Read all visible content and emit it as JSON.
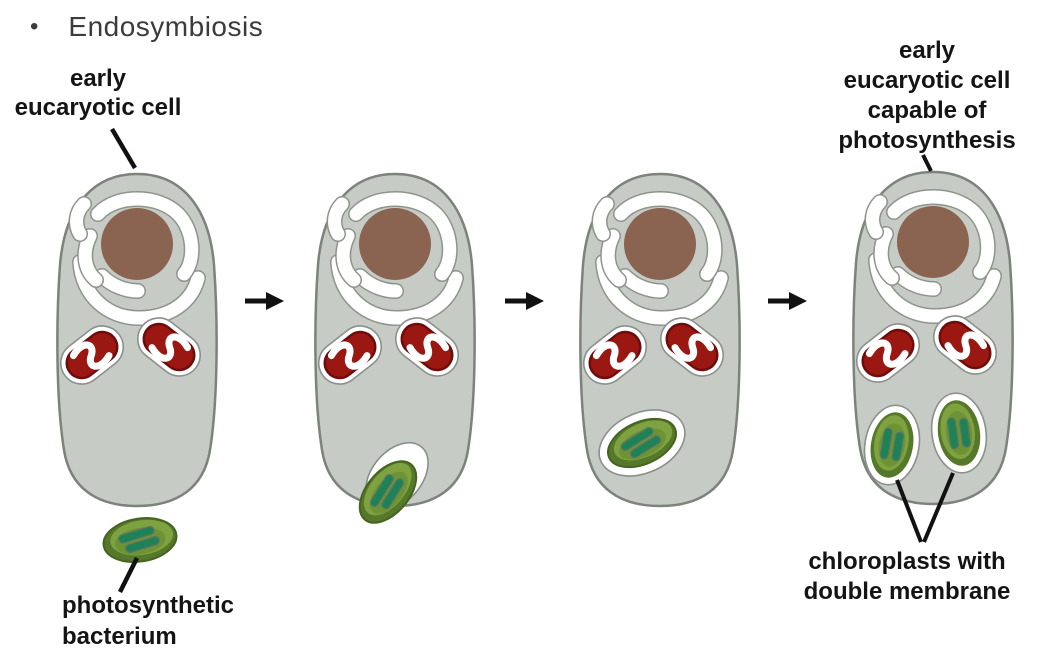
{
  "title": {
    "bullet": "•",
    "text": "Endosymbiosis"
  },
  "labels": {
    "early_cell": {
      "lines": [
        "early",
        "eucaryotic cell"
      ]
    },
    "photosynthetic_bacterium": {
      "lines": [
        "photosynthetic",
        "bacterium"
      ]
    },
    "capable_cell": {
      "lines": [
        "early",
        "eucaryotic cell",
        "capable of",
        "photosynthesis"
      ]
    },
    "chloroplasts": {
      "lines": [
        "chloroplasts with",
        "double membrane"
      ]
    }
  },
  "stages": [
    {
      "name": "stage-1"
    },
    {
      "name": "stage-2"
    },
    {
      "name": "stage-3"
    },
    {
      "name": "stage-4"
    }
  ],
  "colors": {
    "background": "#ffffff",
    "title_text": "#3b3b3b",
    "label_text": "#141414",
    "cell_fill": "#c6ccc5",
    "cell_outline": "#7c837b",
    "nucleus": "#8a6451",
    "organelle_membrane_white": "#ffffff",
    "membrane_outline": "#8e948c",
    "mitochondrion_red": "#9a1712",
    "mitochondrion_dark_red": "#6e0c0c",
    "bacterium_dark_green": "#55782a",
    "bacterium_mid_green": "#7ea23f",
    "thylakoid_green": "#1d8256",
    "arrow_black": "#111111"
  }
}
